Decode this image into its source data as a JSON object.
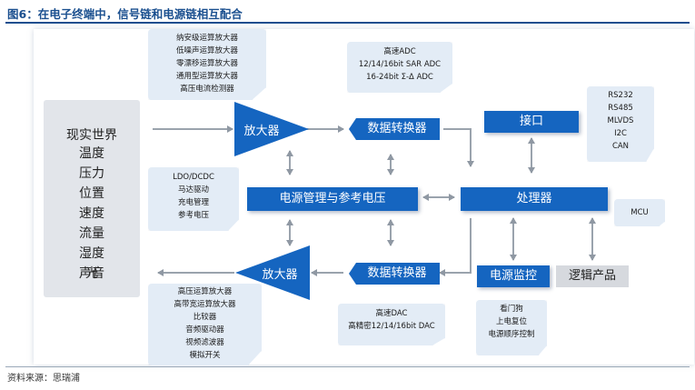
{
  "header": {
    "title": "图6：在电子终端中，信号链和电源链相互配合"
  },
  "footer": {
    "source": "资料来源：思瑞浦"
  },
  "world": {
    "title": "现实世界",
    "items": [
      "温度",
      "压力",
      "位置",
      "速度",
      "流量",
      "湿度",
      "声音",
      "光"
    ]
  },
  "amp_note": {
    "lines": [
      "纳安级运算放大器",
      "低噪声运算放大器",
      "零漂移运算放大器",
      "通用型运算放大器",
      "高压电流检测器"
    ]
  },
  "adc_note": {
    "lines": [
      "高速ADC",
      "12/14/16bit SAR ADC",
      "16-24bit Σ-Δ ADC"
    ]
  },
  "iface_note": {
    "lines": [
      "RS232",
      "RS485",
      "MLVDS",
      "I2C",
      "CAN"
    ]
  },
  "power_note": {
    "lines": [
      "LDO/DCDC",
      "马达驱动",
      "充电管理",
      "参考电压"
    ]
  },
  "mcu_note": {
    "label": "MCU"
  },
  "out_amp_note": {
    "lines": [
      "高压运算放大器",
      "高带宽运算放大器",
      "比较器",
      "音频驱动器",
      "视频滤波器",
      "模拟开关"
    ]
  },
  "dac_note": {
    "lines": [
      "高速DAC",
      "高精密12/14/16bit DAC"
    ]
  },
  "monitor_note": {
    "lines": [
      "看门狗",
      "上电复位",
      "电源顺序控制"
    ]
  },
  "blocks": {
    "amp_in": "放大器",
    "adc": "数据转换器",
    "interface": "接口",
    "power_mgmt": "电源管理与参考电压",
    "processor": "处理器",
    "amp_out": "放大器",
    "dac": "数据转换器",
    "power_monitor": "电源监控",
    "logic": "逻辑产品"
  },
  "colors": {
    "block": "#1565c0",
    "note_bg": "#e3ecf6",
    "arrow": "#9aa3ad",
    "title": "#1a4f8f"
  }
}
